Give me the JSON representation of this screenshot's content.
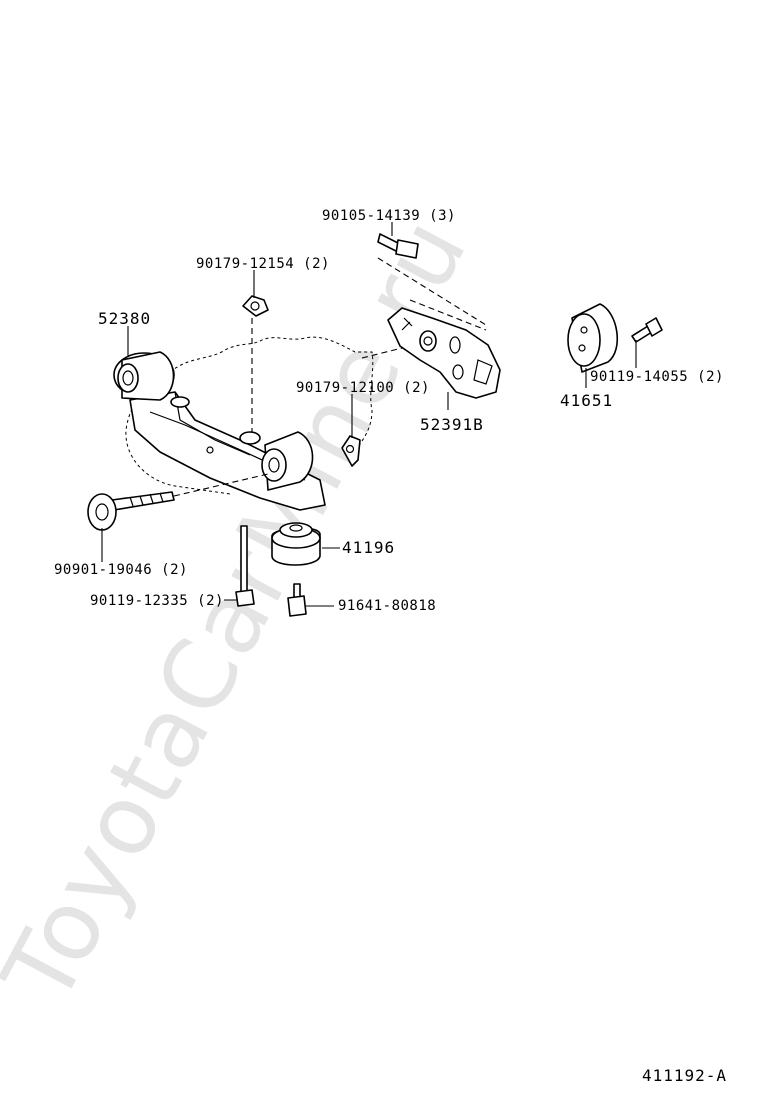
{
  "watermark": "ToyotaCarMine.ru",
  "diagram_code": "411192-A",
  "parts": {
    "p1": {
      "number": "90105-14139",
      "qty": "(3)"
    },
    "p2": {
      "number": "90179-12154",
      "qty": "(2)"
    },
    "p3": {
      "number": "52380"
    },
    "p4": {
      "number": "90179-12100",
      "qty": "(2)"
    },
    "p5": {
      "number": "52391B"
    },
    "p6": {
      "number": "41651"
    },
    "p7": {
      "number": "90119-14055",
      "qty": "(2)"
    },
    "p8": {
      "number": "41196"
    },
    "p9": {
      "number": "90901-19046",
      "qty": "(2)"
    },
    "p10": {
      "number": "90119-12335",
      "qty": "(2)"
    },
    "p11": {
      "number": "91641-80818"
    }
  }
}
